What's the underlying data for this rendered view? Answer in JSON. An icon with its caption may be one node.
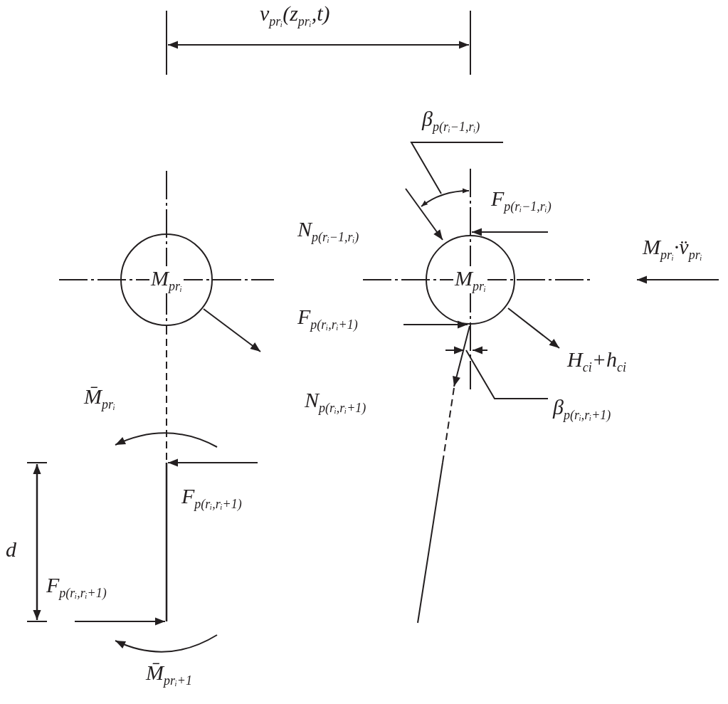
{
  "diagram": {
    "nodes": [
      {
        "text": [
          "M$_{prᵢ}$"
        ]
      },
      {
        "text": [
          "M$_{prᵢ}$"
        ]
      },
      {
        "text": [
          "β$_{p(rᵢ−1,rᵢ)}$"
        ]
      },
      {
        "text": [
          "β$_{p(rᵢ,rᵢ+1)}$"
        ]
      },
      {
        "text": [],
        "shape": "arc"
      },
      {
        "text": [],
        "shape": "mark"
      }
    ],
    "edges": [
      {
        "from": 2,
        "to": 4,
        "arrow": "none"
      },
      {
        "from": 3,
        "to": 5,
        "arrow": "none"
      }
    ],
    "labels": [
      "v$_{prᵢ}$(z$_{prᵢ}$,t)",
      "F$_{p(rᵢ−1,rᵢ)}$",
      "N$_{p(rᵢ−1,rᵢ)}$",
      "M$_{prᵢ}$·v̈$_{prᵢ}$",
      "F$_{p(rᵢ,rᵢ+1)}$",
      "H$_{ci}$+h$_{ci}$",
      "M̄$_{prᵢ}$",
      "N$_{p(rᵢ,rᵢ+1)}$",
      "F$_{p(rᵢ,rᵢ+1)}$",
      "d",
      "F$_{p(rᵢ,rᵢ+1)}$",
      "M̄$_{prᵢ+1}$"
    ]
  }
}
